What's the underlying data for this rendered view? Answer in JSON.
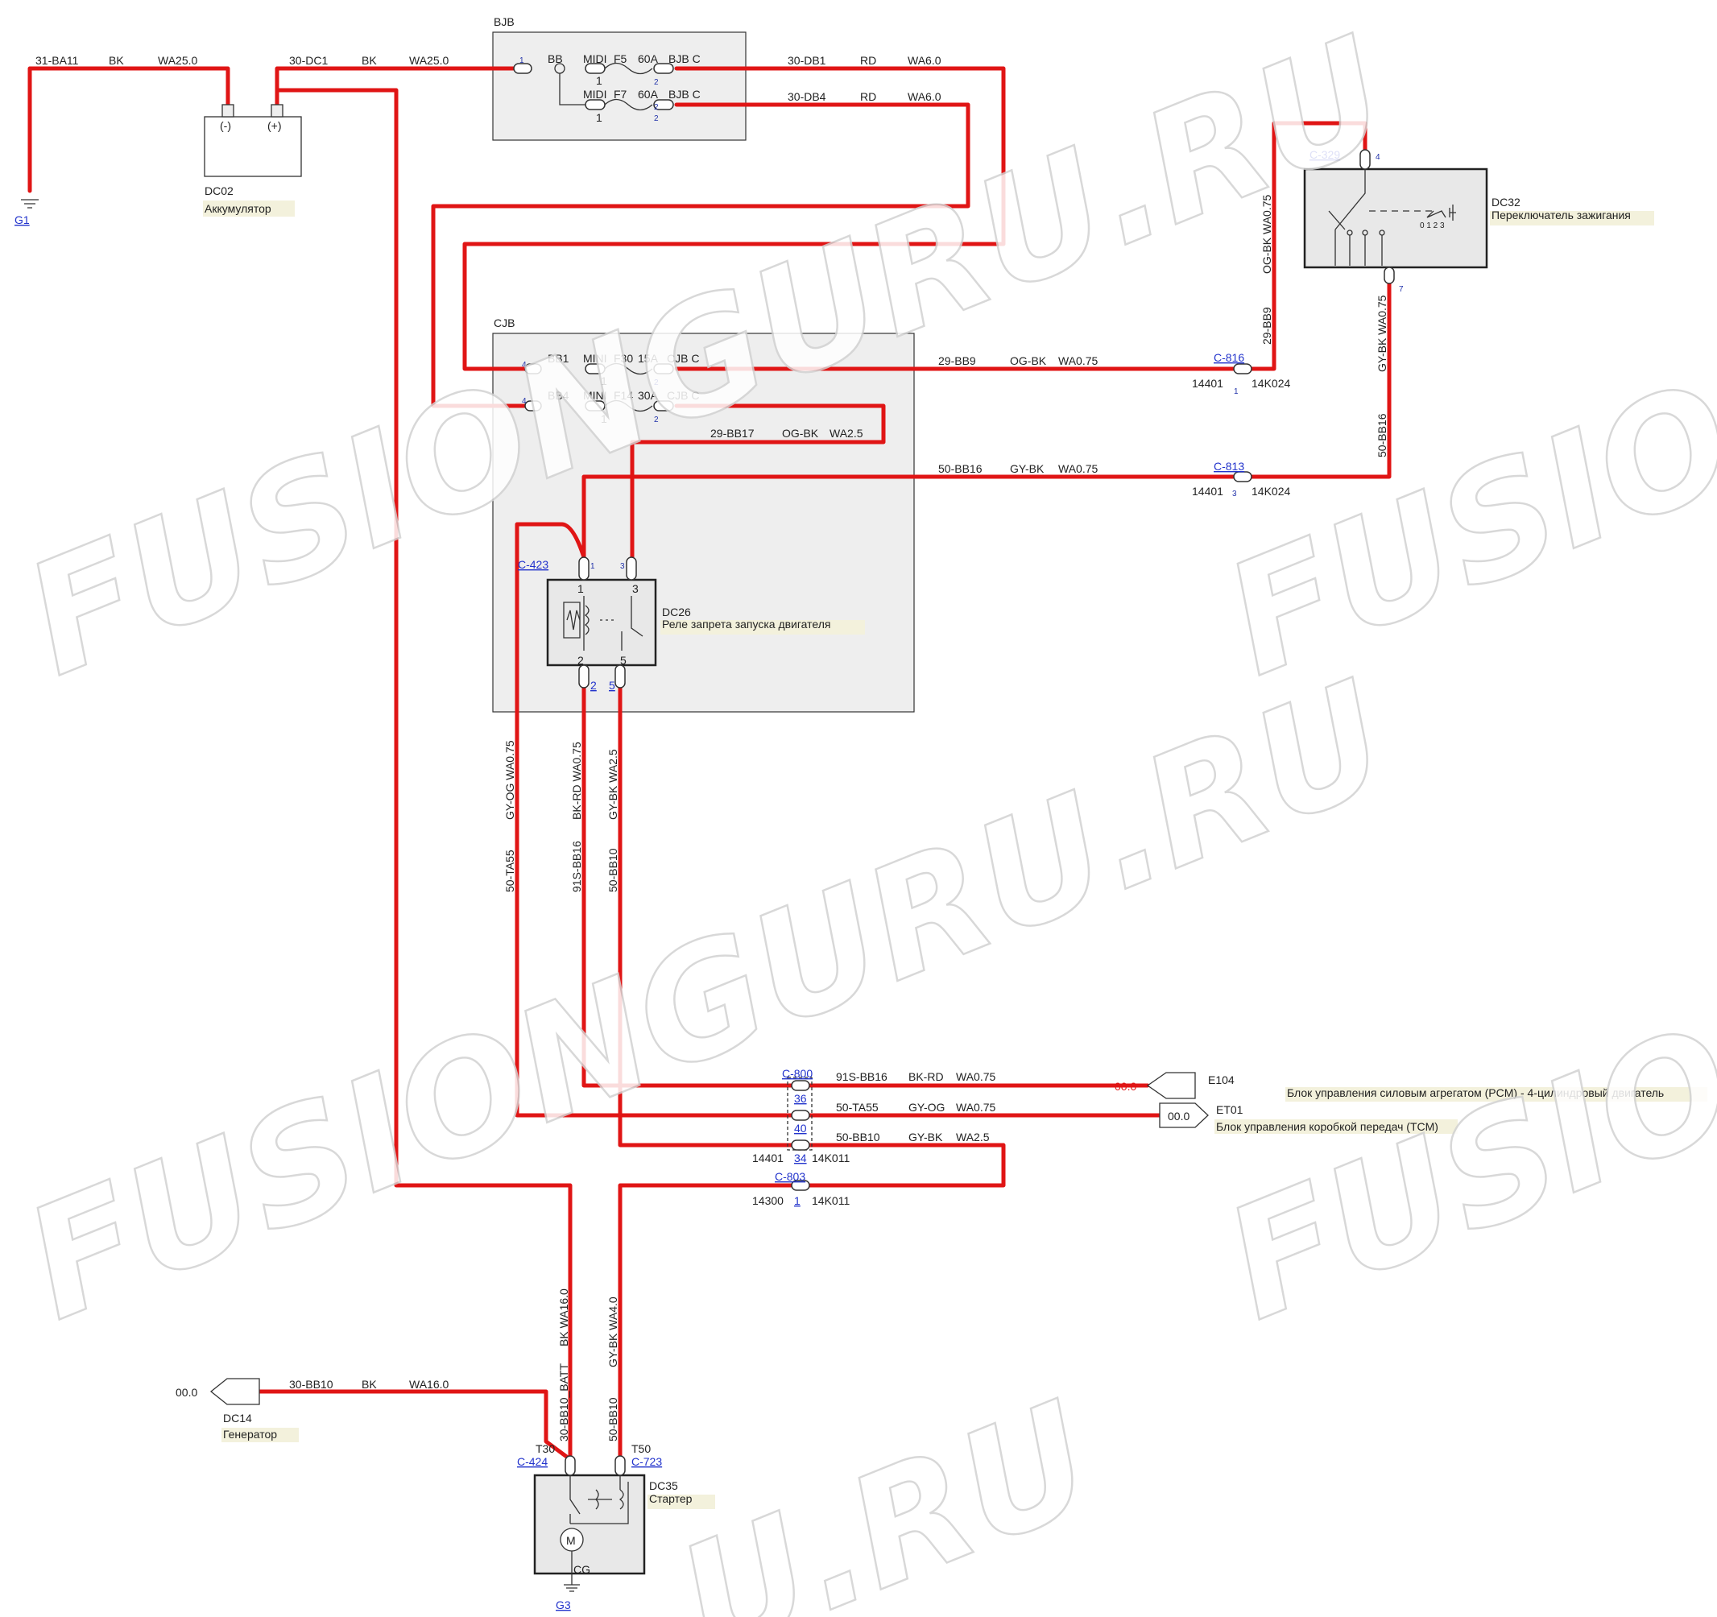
{
  "watermark": "FUSIONGURU.RU",
  "watermark_short": "FUSION",
  "watermark_tail": "U.RU",
  "boxes": {
    "bjb": "BJB",
    "cjb": "CJB"
  },
  "components": {
    "dc02": {
      "id": "DC02",
      "name": "Аккумулятор",
      "minus": "(-)",
      "plus": "(+)"
    },
    "dc32": {
      "id": "DC32",
      "name": "Переключатель зажигания",
      "scale": "0 1 2 3"
    },
    "dc26": {
      "id": "DC26",
      "name": "Реле запрета запуска двигателя"
    },
    "dc14": {
      "id": "DC14",
      "name": "Генератор",
      "value": "00.0"
    },
    "dc35": {
      "id": "DC35",
      "name": "Стартер",
      "t30": "T30",
      "t50": "T50",
      "cg": "CG"
    },
    "e104": {
      "id": "E104",
      "name": "Блок управления силовым агрегатом (PCM) - 4-цилиндровый двигатель",
      "value": "00.0"
    },
    "et01": {
      "id": "ET01",
      "name": "Блок управления коробкой передач (TCM)",
      "value": "00.0"
    }
  },
  "grounds": {
    "g1": "G1",
    "g3": "G3"
  },
  "connectors": {
    "c329": "C-329",
    "c816": "C-816",
    "c813": "C-813",
    "c423": "C-423",
    "c800": "C-800",
    "c803": "C-803",
    "c424": "C-424",
    "c723": "C-723"
  },
  "bjb_fuses": [
    {
      "bus": "BB",
      "type": "MIDI",
      "fuse": "F5",
      "amp": "60A",
      "out": "BJB C"
    },
    {
      "type": "MIDI",
      "fuse": "F7",
      "amp": "60A",
      "out": "BJB C"
    }
  ],
  "cjb_fuses": [
    {
      "bus": "BB1",
      "type": "MINI",
      "fuse": "F30",
      "amp": "15A",
      "out": "CJB C"
    },
    {
      "bus": "BB4",
      "type": "MINI",
      "fuse": "F14",
      "amp": "30A",
      "out": "CJB C"
    }
  ],
  "wires": {
    "w1": {
      "id": "31-BA11",
      "color": "BK",
      "gauge": "WA25.0"
    },
    "w2": {
      "id": "30-DC1",
      "color": "BK",
      "gauge": "WA25.0"
    },
    "w3": {
      "id": "30-DB1",
      "color": "RD",
      "gauge": "WA6.0"
    },
    "w4": {
      "id": "30-DB4",
      "color": "RD",
      "gauge": "WA6.0"
    },
    "w5": {
      "id": "29-BB9",
      "color": "OG-BK",
      "gauge": "WA0.75"
    },
    "w6": {
      "id": "29-BB17",
      "color": "OG-BK",
      "gauge": "WA2.5"
    },
    "w7": {
      "id": "50-BB16",
      "color": "GY-BK",
      "gauge": "WA0.75"
    },
    "w8": {
      "id": "91S-BB16",
      "color": "BK-RD",
      "gauge": "WA0.75"
    },
    "w9": {
      "id": "50-TA55",
      "color": "GY-OG",
      "gauge": "WA0.75"
    },
    "w10": {
      "id": "50-BB10",
      "color": "GY-BK",
      "gauge": "WA2.5"
    },
    "w11": {
      "id": "30-BB10",
      "color": "BK",
      "gauge": "WA16.0"
    },
    "v_c329_a": "OG-BK  WA0.75",
    "v_c329_b": "29-BB9",
    "v_c329_c": "GY-BK  WA0.75",
    "v_c329_d": "50-BB16",
    "v_relay1_a": "GY-OG  WA0.75",
    "v_relay1_b": "50-TA55",
    "v_relay2_a": "BK-RD  WA0.75",
    "v_relay2_b": "91S-BB16",
    "v_relay3_a": "GY-BK  WA2.5",
    "v_relay3_b": "50-BB10",
    "v_st1_a": "BK  WA16.0",
    "v_st1_b": "30-BB10_BATT",
    "v_st2_a": "GY-BK  WA4.0",
    "v_st2_b": "50-BB10"
  },
  "codes": {
    "c816_left": "14401",
    "c816_right": "14K024",
    "c813_left": "14401",
    "c813_right": "14K024",
    "c800_left": "14401",
    "c800_right": "14K011",
    "c803_left": "14300",
    "c803_right": "14K011"
  },
  "pins": {
    "p1": "1",
    "p2": "2",
    "p3": "3",
    "p4": "4",
    "p5": "5",
    "p7": "7",
    "p34": "34",
    "p36": "36",
    "p40": "40"
  }
}
